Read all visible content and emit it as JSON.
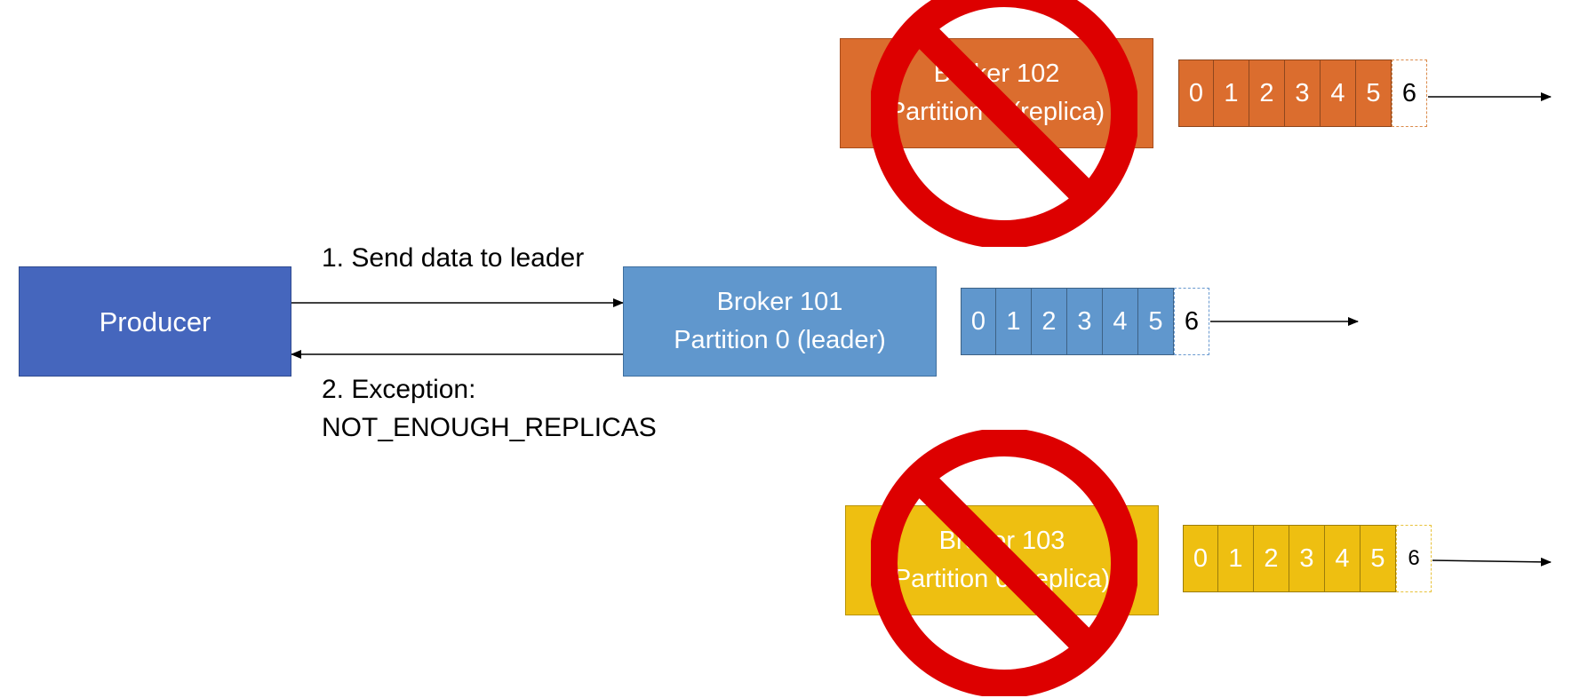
{
  "producer": {
    "label": "Producer"
  },
  "leader": {
    "line1": "Broker 101",
    "line2": "Partition 0 (leader)"
  },
  "broker102": {
    "line1": "Broker 102",
    "line2": "Partition 0 (replica)",
    "color": "#db6d2e"
  },
  "broker103": {
    "line1": "Broker 103",
    "line2": "Partition 0 (replica)",
    "color": "#eebf11"
  },
  "arrows": {
    "send": "1. Send data to leader",
    "exception_line1": "2. Exception:",
    "exception_line2": "NOT_ENOUGH_REPLICAS"
  },
  "logs": {
    "broker102": {
      "offsets": [
        "0",
        "1",
        "2",
        "3",
        "4",
        "5"
      ],
      "new_offset": "6"
    },
    "broker101": {
      "offsets": [
        "0",
        "1",
        "2",
        "3",
        "4",
        "5"
      ],
      "new_offset": "6"
    },
    "broker103": {
      "offsets": [
        "0",
        "1",
        "2",
        "3",
        "4",
        "5"
      ],
      "new_offset": "6"
    }
  },
  "icons": {
    "unavailable": "prohibited-icon"
  },
  "colors": {
    "producer": "#4566bd",
    "leader": "#6097cd",
    "prohibited": "#dd0000"
  }
}
